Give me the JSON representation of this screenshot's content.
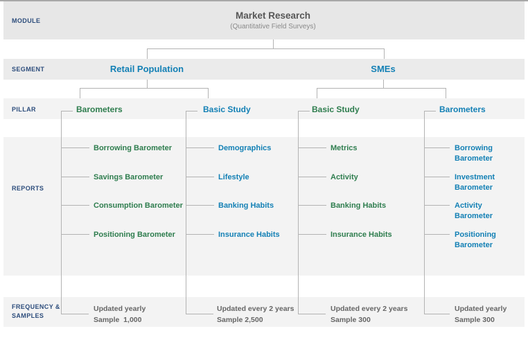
{
  "palette": {
    "navy": "#2d4d7c",
    "blue": "#1380b5",
    "green": "#2e7d4e",
    "gray_title": "#575757",
    "gray_sub": "#8a8a8a",
    "gray_freq": "#666666",
    "band_dark": "#e7e7e7",
    "band_mid": "#ebebeb",
    "band_light": "#f3f3f3",
    "line": "#b3b3b3"
  },
  "row_labels": {
    "module": "MODULE",
    "segment": "SEGMENT",
    "pillar": "PILLAR",
    "reports": "REPORTS",
    "frequency": "FREQUENCY &\nSAMPLES"
  },
  "module": {
    "title": "Market Research",
    "subtitle": "(Quantitative Field Surveys)"
  },
  "segments": [
    {
      "label": "Retail Population"
    },
    {
      "label": "SMEs"
    }
  ],
  "columns": [
    {
      "segment": "Retail Population",
      "pillar": "Barometers",
      "color": "#2e7d4e",
      "reports": [
        "Borrowing Barometer",
        "Savings Barometer",
        "Consumption Barometer",
        "Positioning Barometer"
      ],
      "frequency": "Updated yearly\nSample  1,000"
    },
    {
      "segment": "Retail Population",
      "pillar": "Basic Study",
      "color": "#1380b5",
      "reports": [
        "Demographics",
        "Lifestyle",
        "Banking Habits",
        "Insurance Habits"
      ],
      "frequency": "Updated every 2 years\nSample 2,500"
    },
    {
      "segment": "SMEs",
      "pillar": "Basic Study",
      "color": "#2e7d4e",
      "reports": [
        "Metrics",
        "Activity",
        "Banking Habits",
        "Insurance Habits"
      ],
      "frequency": "Updated every 2 years\nSample 300"
    },
    {
      "segment": "SMEs",
      "pillar": "Barometers",
      "color": "#1380b5",
      "reports": [
        "Borrowing\nBarometer",
        "Investment\nBarometer",
        "Activity\nBarometer",
        "Positioning\nBarometer"
      ],
      "frequency": "Updated yearly\nSample 300"
    }
  ]
}
